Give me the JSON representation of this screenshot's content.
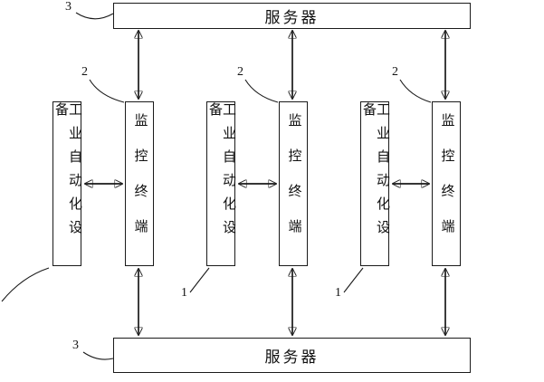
{
  "figure": {
    "top_server": {
      "label": "服务器",
      "ref": "3"
    },
    "bottom_server": {
      "label": "服务器",
      "ref": "3"
    },
    "units": [
      {
        "equipment_label": "工业自动化设备",
        "terminal_label": "监控终端",
        "terminal_ref": "2"
      },
      {
        "equipment_label": "工业自动化设备",
        "terminal_label": "监控终端",
        "terminal_ref": "2",
        "equipment_ref": "1"
      },
      {
        "equipment_label": "工业自动化设备",
        "terminal_label": "监控终端",
        "terminal_ref": "2",
        "equipment_ref": "1"
      }
    ]
  }
}
